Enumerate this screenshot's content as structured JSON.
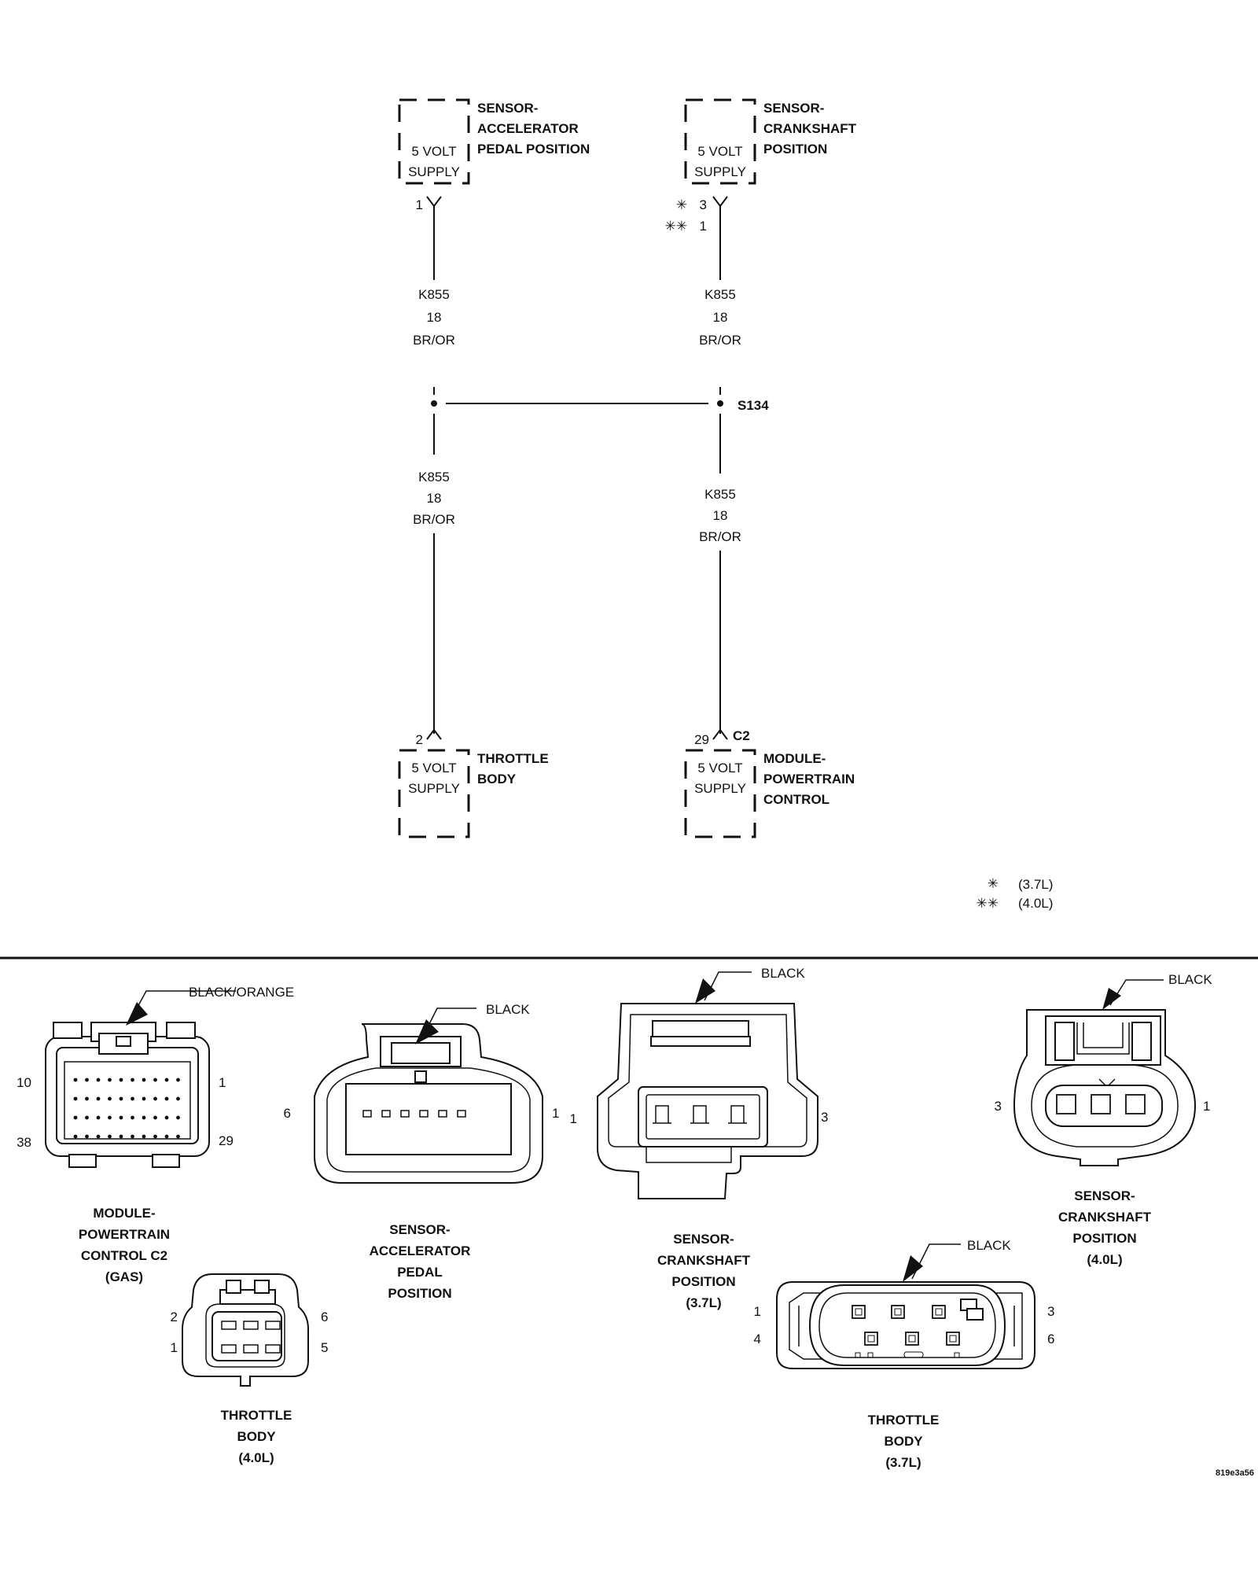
{
  "diagram": {
    "components": {
      "app_sensor": {
        "lines": [
          "SENSOR-",
          "ACCELERATOR",
          "PEDAL POSITION"
        ],
        "supply_lines": [
          "5 VOLT",
          "SUPPLY"
        ],
        "pin": "1"
      },
      "ckp_sensor": {
        "lines": [
          "SENSOR-",
          "CRANKSHAFT",
          "POSITION"
        ],
        "supply_lines": [
          "5 VOLT",
          "SUPPLY"
        ],
        "pin_37": "3",
        "pin_40": "1"
      },
      "throttle_body": {
        "lines": [
          "THROTTLE",
          "BODY"
        ],
        "supply_lines": [
          "5 VOLT",
          "SUPPLY"
        ],
        "pin": "2"
      },
      "pcm": {
        "lines": [
          "MODULE-",
          "POWERTRAIN",
          "CONTROL"
        ],
        "supply_lines": [
          "5 VOLT",
          "SUPPLY"
        ],
        "pin": "29",
        "connector": "C2"
      }
    },
    "wires": {
      "top_left": [
        "K855",
        "18",
        "BR/OR"
      ],
      "top_right": [
        "K855",
        "18",
        "BR/OR"
      ],
      "bottom_left": [
        "K855",
        "18",
        "BR/OR"
      ],
      "bottom_right": [
        "K855",
        "18",
        "BR/OR"
      ]
    },
    "splice": "S134",
    "footnotes": [
      {
        "symbol": "✳",
        "text": "(3.7L)"
      },
      {
        "symbol": "✳✳",
        "text": "(4.0L)"
      }
    ]
  },
  "connector_views": {
    "pcm_c2": {
      "color": "BLACK/ORANGE",
      "pins": [
        "10",
        "1",
        "38",
        "29"
      ],
      "caption": [
        "MODULE-",
        "POWERTRAIN",
        "CONTROL C2",
        "(GAS)"
      ]
    },
    "app_sensor": {
      "color": "BLACK",
      "pins": [
        "6",
        "1"
      ],
      "caption": [
        "SENSOR-",
        "ACCELERATOR",
        "PEDAL",
        "POSITION"
      ]
    },
    "ckp_37": {
      "color": "BLACK",
      "pins": [
        "1",
        "3"
      ],
      "caption": [
        "SENSOR-",
        "CRANKSHAFT",
        "POSITION",
        "(3.7L)"
      ]
    },
    "ckp_40": {
      "color": "BLACK",
      "pins": [
        "3",
        "1"
      ],
      "caption": [
        "SENSOR-",
        "CRANKSHAFT",
        "POSITION",
        "(4.0L)"
      ]
    },
    "tb_40": {
      "pins": [
        "2",
        "6",
        "1",
        "5"
      ],
      "caption": [
        "THROTTLE",
        "BODY",
        "(4.0L)"
      ]
    },
    "tb_37": {
      "color": "BLACK",
      "pins": [
        "1",
        "3",
        "4",
        "6"
      ],
      "caption": [
        "THROTTLE",
        "BODY",
        "(3.7L)"
      ]
    }
  },
  "figure_id": "819e3a56"
}
